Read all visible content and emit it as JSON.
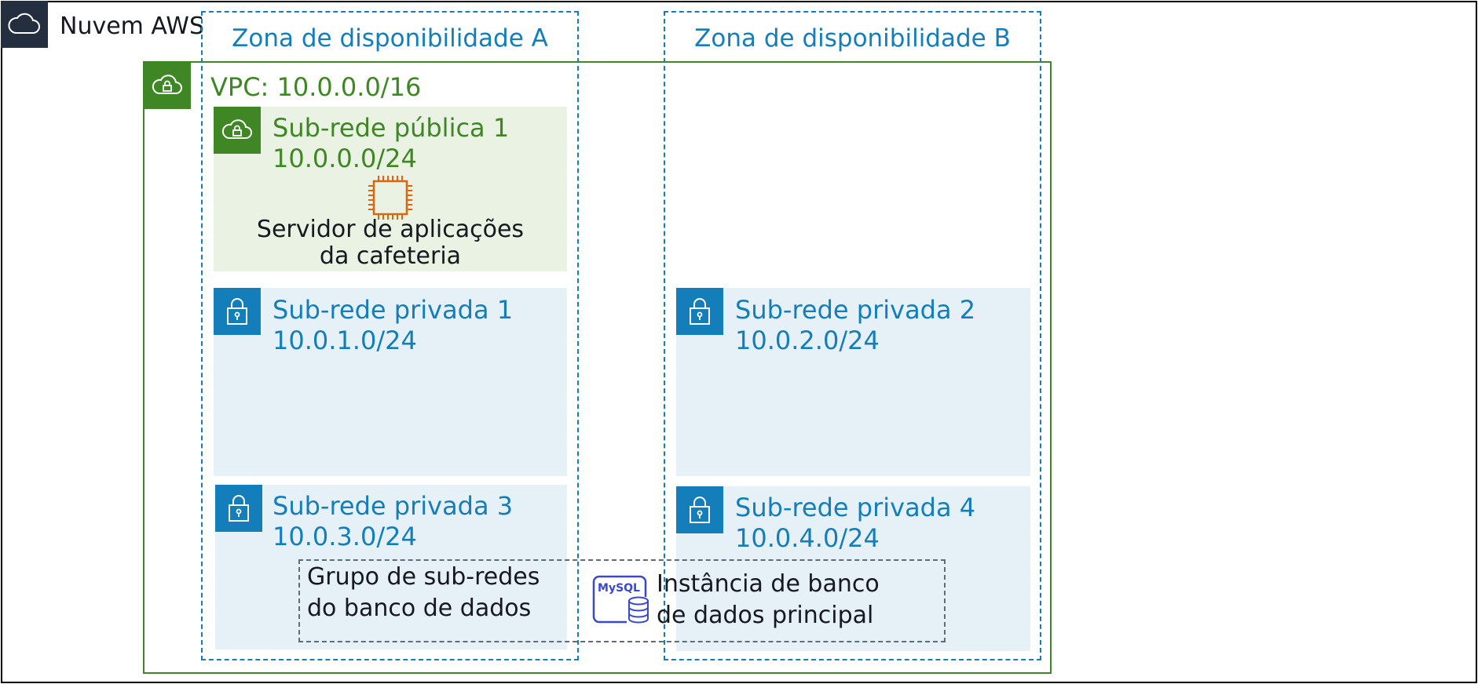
{
  "aws_cloud": {
    "label": "Nuvem AWS",
    "icon": "aws-cloud-icon",
    "color": "#232f3e"
  },
  "vpc": {
    "label": "VPC: 10.0.0.0/16",
    "icon": "vpc-cloud-lock-icon",
    "color": "#3f8624"
  },
  "availability_zones": [
    {
      "label": "Zona de disponibilidade A"
    },
    {
      "label": "Zona de disponibilidade B"
    }
  ],
  "subnets": {
    "public_1": {
      "name": "Sub-rede pública 1",
      "cidr": "10.0.0.0/24",
      "icon": "public-subnet-cloud-lock-icon",
      "color": "#3f8624"
    },
    "private_1": {
      "name": "Sub-rede privada 1",
      "cidr": "10.0.1.0/24",
      "icon": "private-subnet-lock-icon"
    },
    "private_2": {
      "name": "Sub-rede privada 2",
      "cidr": "10.0.2.0/24",
      "icon": "private-subnet-lock-icon"
    },
    "private_3": {
      "name": "Sub-rede privada 3",
      "cidr": "10.0.3.0/24",
      "icon": "private-subnet-lock-icon"
    },
    "private_4": {
      "name": "Sub-rede privada 4",
      "cidr": "10.0.4.0/24",
      "icon": "private-subnet-lock-icon"
    },
    "private_color": "#147eba"
  },
  "app_server": {
    "line1": "Servidor de aplicações",
    "line2": "da cafeteria",
    "icon": "ec2-instance-chip-icon",
    "color": "#d86613"
  },
  "db_subnet_group": {
    "line1": "Grupo de sub-redes",
    "line2": "do banco de dados"
  },
  "db_instance": {
    "line1": "Instância de banco",
    "line2": "de dados principal",
    "icon": "rds-mysql-icon",
    "icon_text": "MySQL",
    "color": "#3b48cc"
  }
}
